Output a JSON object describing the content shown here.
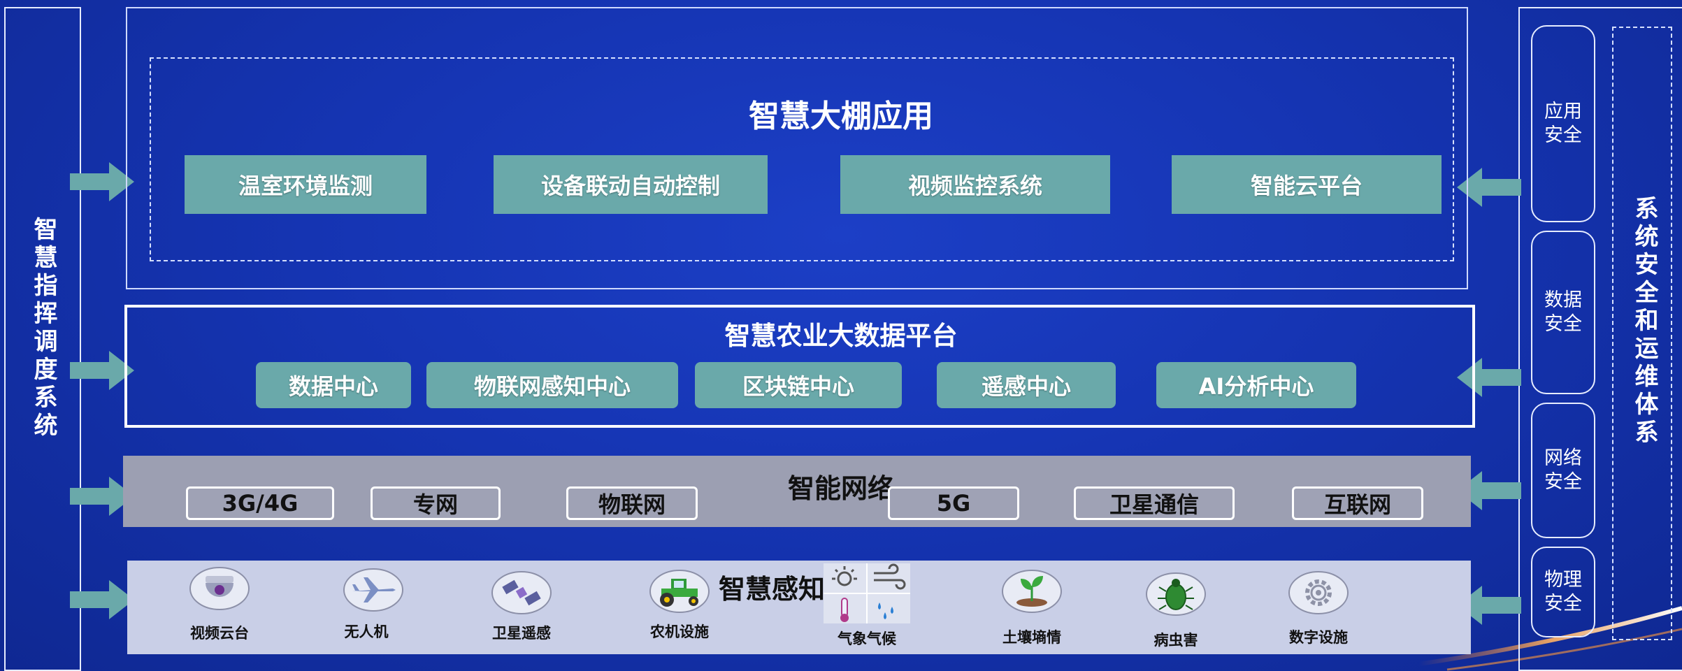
{
  "left_system": {
    "title": "智慧指挥调度系统"
  },
  "right_system": {
    "title": "系统安全和运维体系",
    "items": [
      "应用安全",
      "数据安全",
      "网络安全",
      "物理安全"
    ]
  },
  "app_layer": {
    "title": "智慧大棚应用",
    "modules": [
      "温室环境监测",
      "设备联动自动控制",
      "视频监控系统",
      "智能云平台"
    ]
  },
  "bigdata_layer": {
    "title": "智慧农业大数据平台",
    "modules": [
      "数据中心",
      "物联网感知中心",
      "区块链中心",
      "遥感中心",
      "AI分析中心"
    ]
  },
  "network_layer": {
    "title": "智能网络",
    "items": [
      "3G/4G",
      "专网",
      "物联网",
      "5G",
      "卫星通信",
      "互联网"
    ]
  },
  "perception_layer": {
    "title": "智慧感知",
    "items": [
      {
        "label": "视频云台",
        "icon": "dome-camera-icon"
      },
      {
        "label": "无人机",
        "icon": "airplane-icon"
      },
      {
        "label": "卫星遥感",
        "icon": "satellite-icon"
      },
      {
        "label": "农机设施",
        "icon": "tractor-icon"
      },
      {
        "label": "气象气候",
        "icon": "weather-icon"
      },
      {
        "label": "土壤墒情",
        "icon": "sprout-icon"
      },
      {
        "label": "病虫害",
        "icon": "beetle-icon"
      },
      {
        "label": "数字设施",
        "icon": "gear-icon"
      }
    ]
  },
  "colors": {
    "background": "#1534b2",
    "module_teal": "#6aa9aa",
    "arrow_teal": "#6aa9aa",
    "network_bar": "#9c9fb2",
    "perception_bar": "#c9cfe7"
  }
}
